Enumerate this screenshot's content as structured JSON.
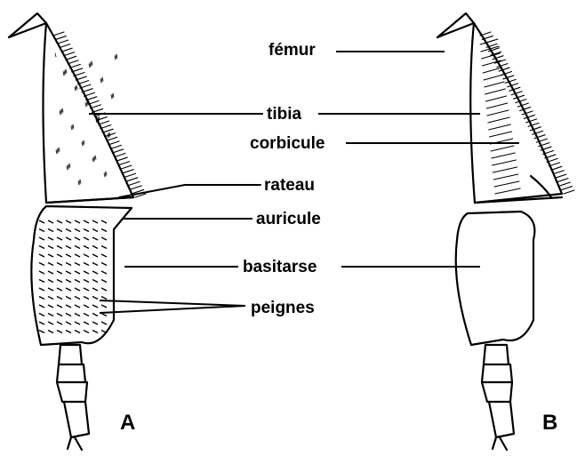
{
  "labels": {
    "femur": "fémur",
    "tibia": "tibia",
    "corbicule": "corbicule",
    "rateau": "rateau",
    "auricule": "auricule",
    "basitarse": "basitarse",
    "peignes": "peignes"
  },
  "panels": {
    "a": "A",
    "b": "B"
  }
}
